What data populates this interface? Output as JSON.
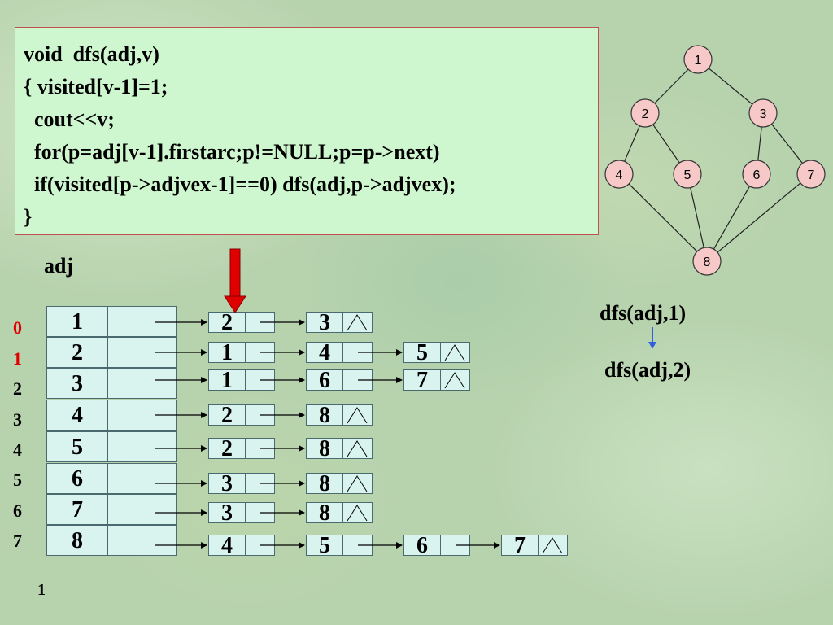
{
  "code": {
    "lines": [
      "void  dfs(adj,v)",
      "{ visited[v-1]=1;",
      "  cout<<v;",
      "  for(p=adj[v-1].firstarc;p!=NULL;p=p->next)",
      "  if(visited[p->adjvex-1]==0) dfs(adj,p->adjvex);",
      "}"
    ]
  },
  "adj_label": "adj",
  "index_labels": [
    "0",
    "1",
    "2",
    "3",
    "4",
    "5",
    "6",
    "7"
  ],
  "highlighted_indices": [
    "0",
    "1"
  ],
  "colors": {
    "highlight": "#e00000",
    "arrow_red": "#e00000",
    "arrow_blue": "#3060e0",
    "node_fill": "#f7c8c8"
  },
  "vertices": [
    "1",
    "2",
    "3",
    "4",
    "5",
    "6",
    "7",
    "8"
  ],
  "adjacency_lists": [
    [
      "2",
      "3"
    ],
    [
      "1",
      "4",
      "5"
    ],
    [
      "1",
      "6",
      "7"
    ],
    [
      "2",
      "8"
    ],
    [
      "2",
      "8"
    ],
    [
      "3",
      "8"
    ],
    [
      "3",
      "8"
    ],
    [
      "4",
      "5",
      "6",
      "7"
    ]
  ],
  "null_symbol_icon": "null-caret-icon",
  "calls": {
    "first": "dfs(adj,1)",
    "second": "dfs(adj,2)"
  },
  "bottom_label": "1",
  "graph": {
    "nodes": [
      "1",
      "2",
      "3",
      "4",
      "5",
      "6",
      "7",
      "8"
    ],
    "edges": [
      [
        "1",
        "2"
      ],
      [
        "1",
        "3"
      ],
      [
        "2",
        "4"
      ],
      [
        "2",
        "5"
      ],
      [
        "3",
        "6"
      ],
      [
        "3",
        "7"
      ],
      [
        "4",
        "8"
      ],
      [
        "5",
        "8"
      ],
      [
        "6",
        "8"
      ],
      [
        "7",
        "8"
      ]
    ]
  }
}
